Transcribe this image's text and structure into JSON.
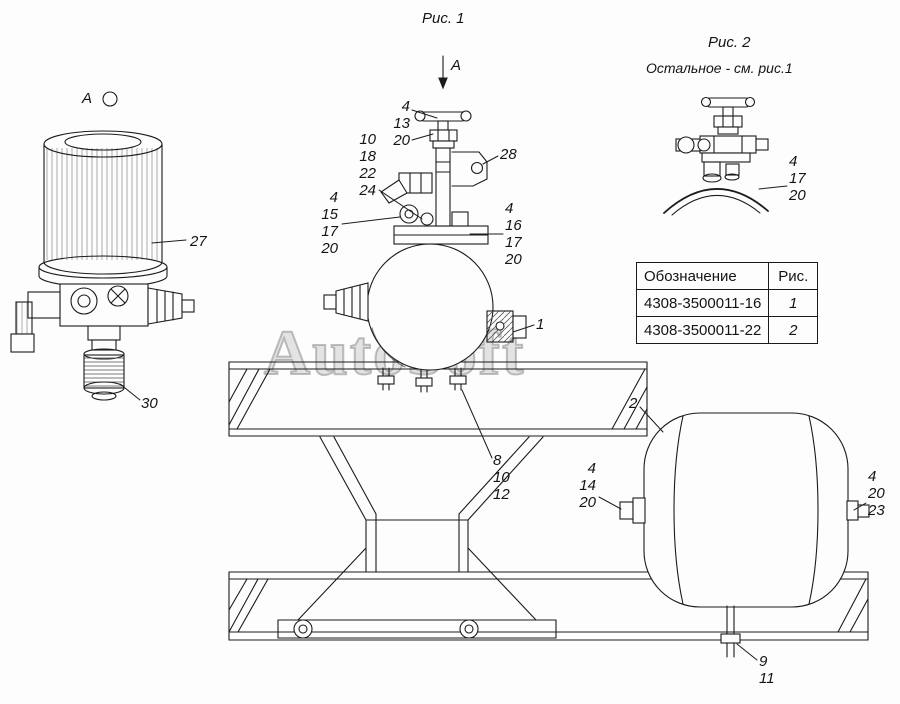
{
  "page": {
    "watermark": "AutoSoft"
  },
  "figure1": {
    "title": "Рис. 1",
    "section_arrow_label": "А",
    "view_marker_label": "А"
  },
  "figure2": {
    "title": "Рис. 2",
    "note": "Остальное - см. рис.1"
  },
  "callouts": {
    "dryer_cartridge": "27",
    "muffler": "30",
    "top_cock": "4\n13\n20",
    "upper_fittings": "10\n18\n22\n24",
    "bracket": "28",
    "left_fittings": "4\n15\n17\n20",
    "right_fittings": "4\n16\n17\n20",
    "clamp": "1",
    "mount_bolts": "8\n10\n12",
    "reservoir": "2",
    "reservoir_left_fitting": "4\n14\n20",
    "reservoir_right_fitting": "4\n20\n23",
    "drain_valve": "9\n11",
    "fig2_fittings": "4\n17\n20"
  },
  "table": {
    "headers": [
      "Обозначение",
      "Рис."
    ],
    "rows": [
      [
        "4308-3500011-16",
        "1"
      ],
      [
        "4308-3500011-22",
        "2"
      ]
    ]
  }
}
